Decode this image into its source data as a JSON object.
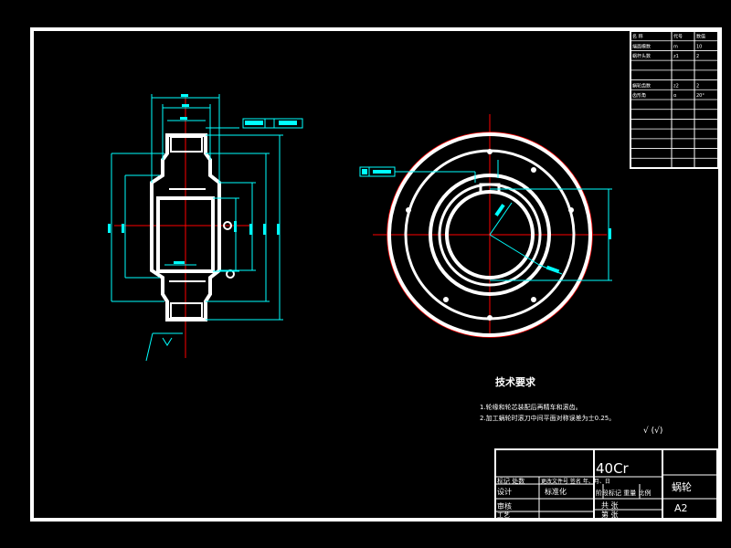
{
  "colors": {
    "background": "#000000",
    "frame": "#ffffff",
    "dimension": "#00ffff",
    "centerline": "#ff0000",
    "outline": "#ffffff"
  },
  "params_table": {
    "header": [
      "名 称",
      "代号",
      "数值"
    ],
    "rows": [
      [
        "端面模数",
        "m",
        "10"
      ],
      [
        "蜗杆头数",
        "z1",
        "2"
      ],
      [
        "",
        "",
        ""
      ],
      [
        "",
        "",
        ""
      ],
      [
        "蜗轮齿数",
        "z2",
        "2"
      ],
      [
        "齿形角",
        "α",
        "20°"
      ],
      [
        "",
        "",
        ""
      ],
      [
        "",
        "",
        ""
      ],
      [
        "",
        "",
        ""
      ],
      [
        "",
        "",
        ""
      ],
      [
        "",
        "",
        ""
      ],
      [
        "",
        "",
        ""
      ],
      [
        "",
        "",
        ""
      ]
    ]
  },
  "tech_req": {
    "title": "技术要求",
    "items": [
      "1.轮缘和轮芯装配后再精车和滚齿。",
      "2.加工蜗轮时滚刀中间平面对称误差为士0.25。"
    ]
  },
  "surface_note": "√ (√)",
  "title_block": {
    "material": "40Cr",
    "part_name": "蜗轮",
    "sheet_size": "A2",
    "designer_label": "设计",
    "designer_value": "标准化",
    "checker_label": "审核",
    "process_label": "工艺",
    "marks_label": "标记 处数",
    "file_label": "更改文件号 签名 年、月、日",
    "stage_label": "阶段标记 重量 比例",
    "sheet_label_1": "共 张",
    "sheet_label_2": "第 张"
  }
}
